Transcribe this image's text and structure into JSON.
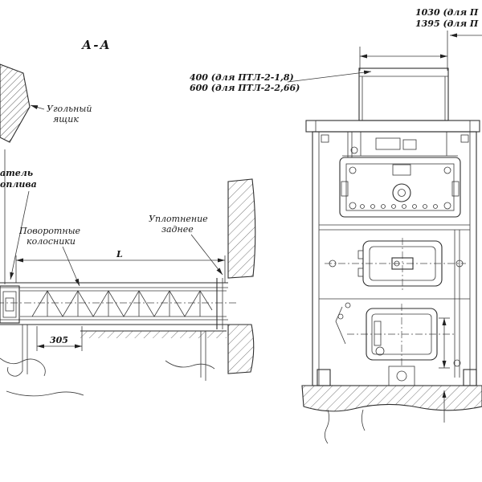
{
  "drawing": {
    "section_label": "А-А",
    "labels": {
      "coal_box_1": "Угольный",
      "coal_box_2": "ящик",
      "feeder_1": "атель",
      "feeder_2": "оплива",
      "grates_1": "Поворотные",
      "grates_2": "колосники",
      "seal_1": "Уплотнение",
      "seal_2": "заднее"
    },
    "dims": {
      "top_right_1": "1030 (для П",
      "top_right_2": "1395 (для П",
      "duct_1": "400 (для ПТЛ-2-1,8)",
      "duct_2": "600 (для ПТЛ-2-2,66)",
      "length": "L",
      "d305": "305"
    },
    "colors": {
      "ink": "#2e2e2e",
      "paper": "#ffffff"
    }
  }
}
